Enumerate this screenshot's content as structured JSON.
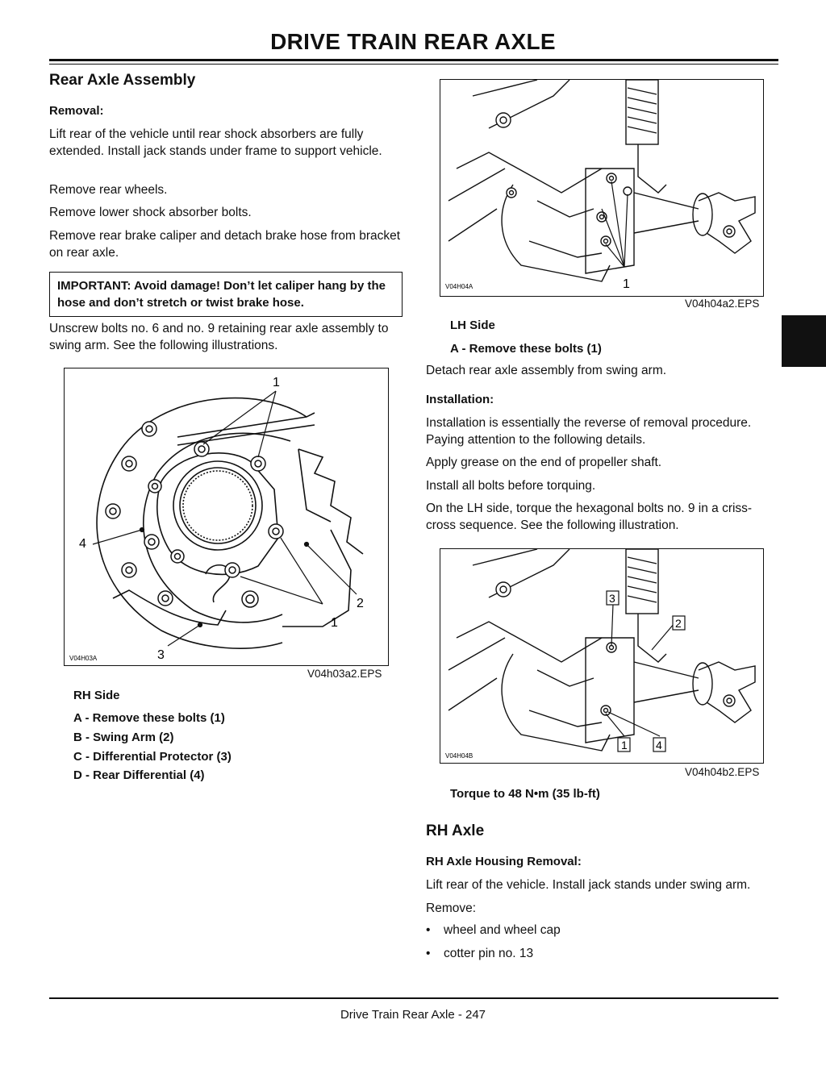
{
  "header": {
    "title": "DRIVE TRAIN   REAR AXLE"
  },
  "left": {
    "section_title": "Rear Axle Assembly",
    "removal_heading": "Removal:",
    "paragraphs": [
      "Lift rear of the vehicle until rear shock absorbers are fully extended. Install jack stands under frame to support vehicle.",
      "Remove rear wheels.",
      "Remove lower shock absorber bolts.",
      "Remove rear brake caliper and detach brake hose from bracket on rear axle."
    ],
    "important": "IMPORTANT: Avoid damage! Don’t let caliper hang by the hose and don’t stretch or twist brake hose.",
    "unscrew_text": "Unscrew bolts no. 6 and no. 9 retaining rear axle assembly to swing arm. See the following illustrations.",
    "figure": {
      "code": "V04H03A",
      "caption": "V04h03a2.EPS",
      "callouts": [
        "1",
        "4",
        "2",
        "1",
        "3"
      ]
    },
    "legend_title": "RH Side",
    "legend": [
      "A  - Remove these bolts (1)",
      "B  - Swing Arm (2)",
      "C  - Differential Protector (3)",
      "D  - Rear Differential (4)"
    ]
  },
  "right": {
    "figure1": {
      "code": "V04H04A",
      "caption": "V04h04a2.EPS",
      "callout": "1"
    },
    "lh_title": "LH Side",
    "lh_item": "A  - Remove these bolts (1)",
    "detach": "Detach rear axle assembly from swing arm.",
    "install_heading": "Installation:",
    "install_paragraphs": [
      "Installation is essentially the reverse of removal procedure. Paying attention to the following details.",
      "Apply grease on the end of propeller shaft.",
      "Install all bolts before torquing.",
      "On the LH side, torque the hexagonal bolts no. 9 in a criss-cross sequence. See the following illustration."
    ],
    "figure2": {
      "code": "V04H04B",
      "caption": "V04h04b2.EPS",
      "callouts": [
        "3",
        "2",
        "1",
        "4"
      ]
    },
    "torque": "Torque to 48 N•m (35 lb-ft)",
    "rh_axle_title": "RH Axle",
    "rh_removal_heading": "RH Axle Housing Removal:",
    "rh_removal_text": "Lift rear of the vehicle. Install jack stands under swing arm.",
    "remove_label": "Remove:",
    "bullets": [
      "wheel and wheel cap",
      "cotter pin no. 13"
    ]
  },
  "footer": {
    "text": "Drive Train   Rear Axle  - 247"
  }
}
